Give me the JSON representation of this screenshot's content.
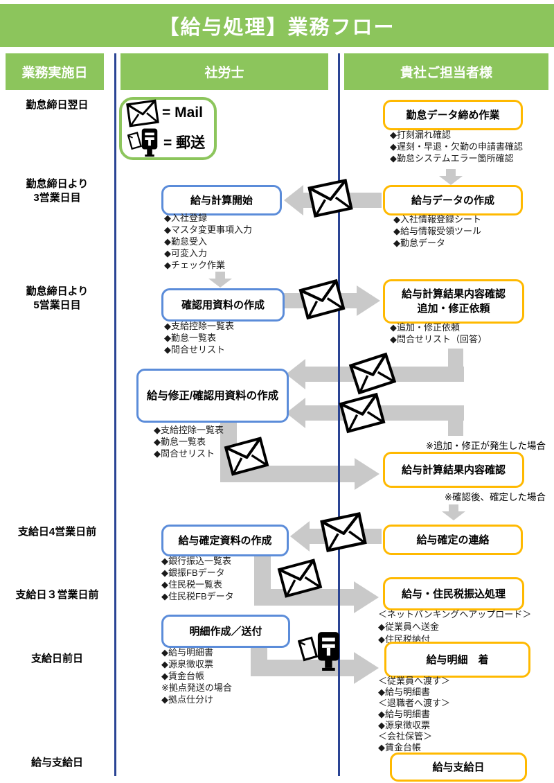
{
  "title": "【給与処理】業務フロー",
  "columns": {
    "left": "業務実施日",
    "middle": "社労士",
    "right": "貴社ご担当者様"
  },
  "legend": {
    "mail_label": "= Mail",
    "post_label": "= 郵送"
  },
  "timeline": {
    "t1": "勤怠締日翌日",
    "t2": [
      "勤怠締日より",
      "3営業日目"
    ],
    "t3": [
      "勤怠締日より",
      "5営業日目"
    ],
    "t4": "支給日4営業日前",
    "t5": "支給日３営業日前",
    "t6": "支給日前日",
    "t7": "給与支給日"
  },
  "boxes": {
    "attendance_close": {
      "title": "勤怠データ締め作業",
      "items": [
        "◆打刻漏れ確認",
        "◆遅刻・早退・欠勤の申請書確認",
        "◆勤怠システムエラー箇所確認"
      ]
    },
    "payroll_data": {
      "title": "給与データの作成",
      "items": [
        "◆入社情報登録シート",
        "◆給与情報受領ツール",
        "◆勤怠データ"
      ]
    },
    "calc_start": {
      "title": "給与計算開始",
      "items": [
        "◆入社登録",
        "◆マスタ変更事項入力",
        "◆勤怠受入",
        "◆可変入力",
        "◆チェック作業"
      ]
    },
    "confirm_docs": {
      "title": "確認用資料の作成",
      "items": [
        "◆支給控除一覧表",
        "◆勤怠一覧表",
        "◆問合せリスト"
      ]
    },
    "result_check_request": {
      "title": [
        "給与計算結果内容確認",
        "追加・修正依頼"
      ],
      "items": [
        "◆追加・修正依頼",
        "◆問合せリスト（回答）"
      ]
    },
    "revise_docs": {
      "title": "給与修正/確認用資料の作成",
      "items": [
        "◆支給控除一覧表",
        "◆勤怠一覧表",
        "◆問合せリスト"
      ]
    },
    "result_check": {
      "title": "給与計算結果内容確認"
    },
    "final_notice": {
      "title": "給与確定の連絡"
    },
    "final_docs": {
      "title": "給与確定資料の作成",
      "items": [
        "◆銀行振込一覧表",
        "◆銀振FBデータ",
        "◆住民税一覧表",
        "◆住民税FBデータ"
      ]
    },
    "transfer": {
      "title": "給与・住民税振込処理",
      "items": [
        "＜ネットバンキングへアップロード＞",
        "◆従業員へ送金",
        "◆住民税納付"
      ]
    },
    "payslip_send": {
      "title": "明細作成／送付",
      "items": [
        "◆給与明細書",
        "◆源泉徴収票",
        "◆賃金台帳",
        "※拠点発送の場合",
        "◆拠点仕分け"
      ]
    },
    "payslip_arrive": {
      "title": "給与明細　着",
      "items": [
        "＜従業員へ渡す＞",
        "◆給与明細書",
        "＜退職者へ渡す＞",
        "◆給与明細書",
        "◆源泉徴収票",
        "＜会社保管＞",
        "◆賃金台帳"
      ]
    },
    "payday": {
      "title": "給与支給日"
    }
  },
  "notes": {
    "revision_case": "※追加・修正が発生した場合",
    "confirmed_case": "※確認後、確定した場合"
  },
  "colors": {
    "green": "#8CC55C",
    "orange": "#FFB900",
    "blue": "#5B8CD9",
    "divider": "#2A4494",
    "gray": "#C9C9C9"
  }
}
